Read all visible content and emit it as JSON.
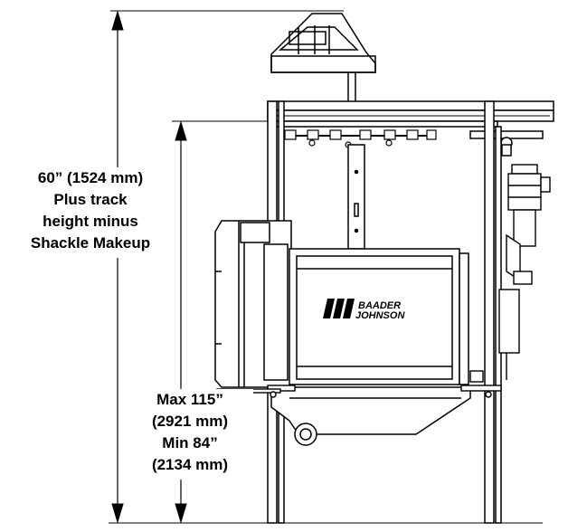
{
  "dimension_labels": {
    "top": [
      "60” (1524 mm)",
      "Plus track",
      "height minus",
      "Shackle Makeup"
    ],
    "bottom": [
      "Max 115”",
      "(2921 mm)",
      "Min 84”",
      "(2134 mm)"
    ]
  },
  "logo": {
    "line1": "BAADER",
    "line2": "JOHNSON"
  }
}
